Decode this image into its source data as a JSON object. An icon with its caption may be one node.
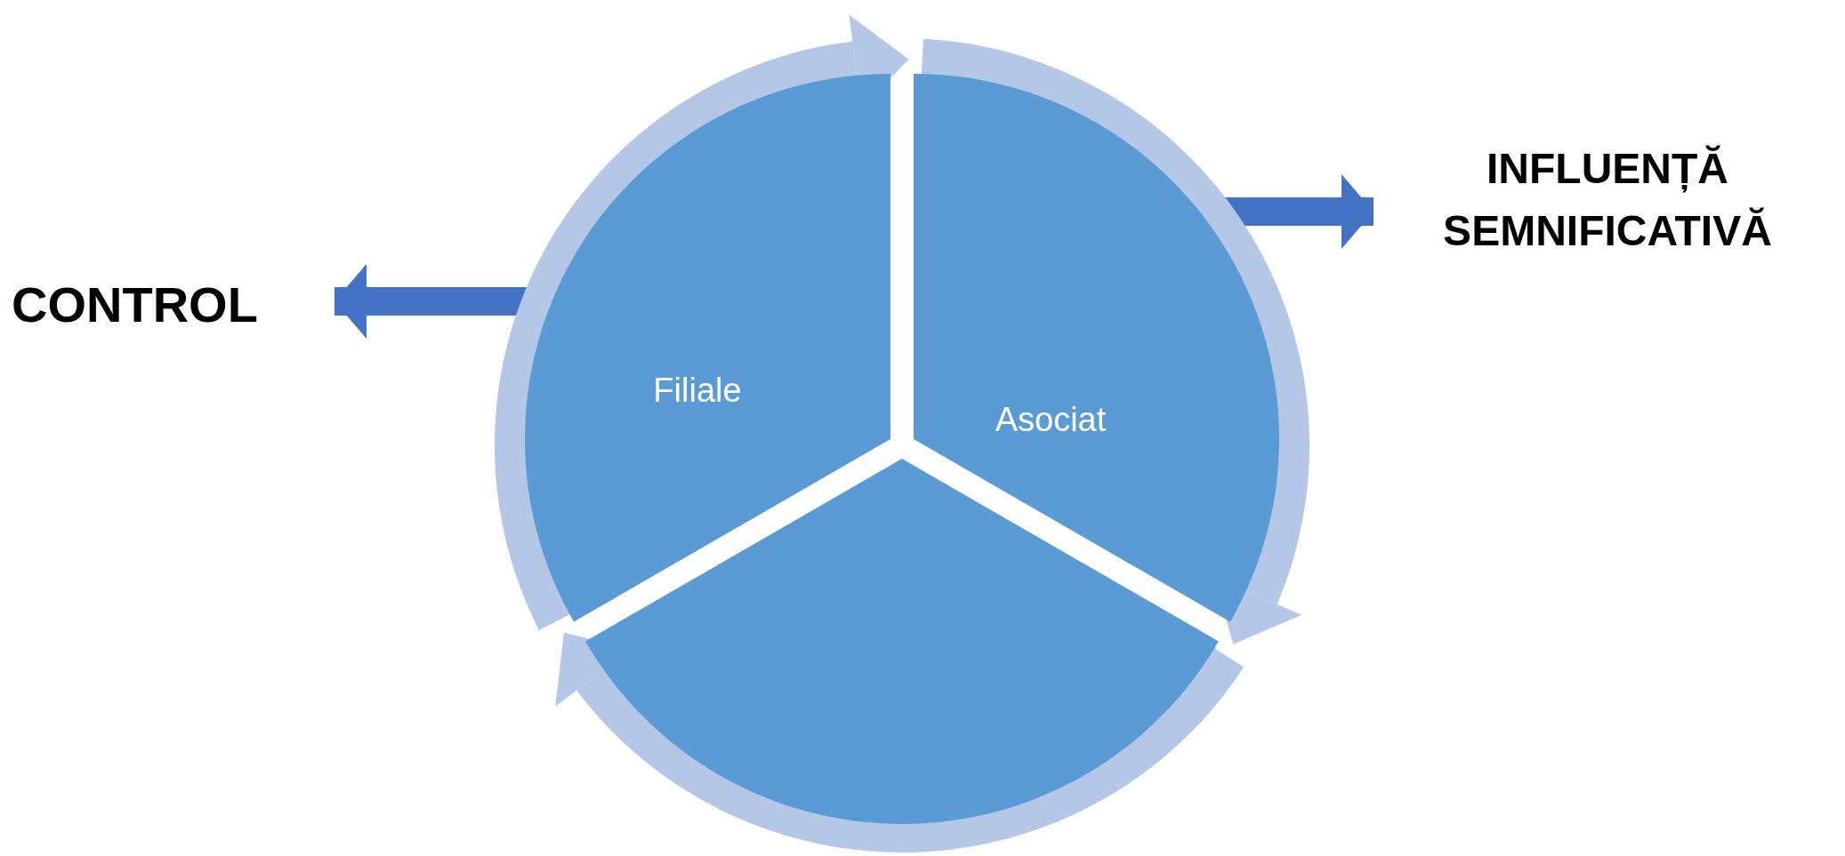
{
  "diagram": {
    "nodes": [
      {
        "text": [
          "Filiale"
        ]
      },
      {
        "text": [
          "Asociat"
        ]
      },
      {
        "text": [],
        "shape": "wedge"
      },
      {
        "text": [
          "CONTROL"
        ]
      },
      {
        "text": [
          "INFLUENȚĂ SEMNIFICATIVĂ"
        ]
      }
    ],
    "edges": [
      {
        "from": 0,
        "to": 3,
        "arrow": "to"
      },
      {
        "from": 1,
        "to": 4,
        "arrow": "to"
      }
    ]
  }
}
